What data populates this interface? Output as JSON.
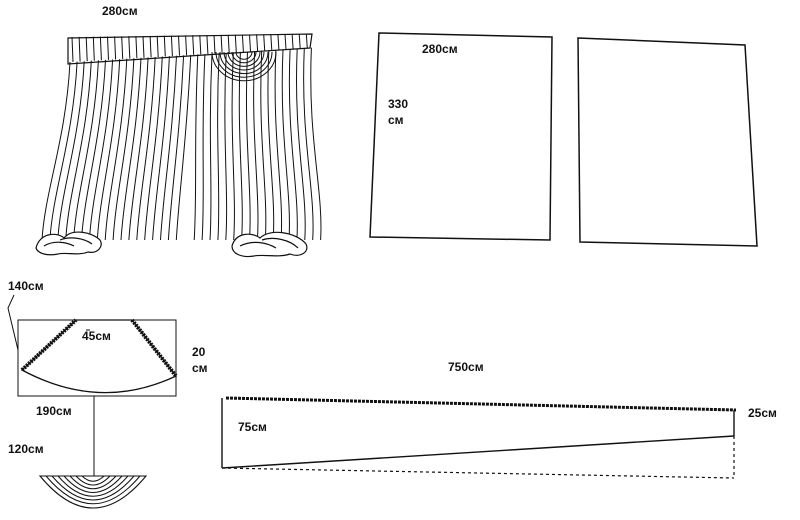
{
  "curtain": {
    "width_label": "280см"
  },
  "panel": {
    "width_label": "280см",
    "height_label_line1": "330",
    "height_label_line2": "см"
  },
  "swag": {
    "top_label": "140см",
    "depth_label": "45см",
    "side_label_line1": "20",
    "side_label_line2": "см",
    "bottom_label": "190см",
    "folded_label": "120см"
  },
  "strip": {
    "length_label": "750см",
    "left_height_label": "75см",
    "right_height_label": "25см"
  }
}
